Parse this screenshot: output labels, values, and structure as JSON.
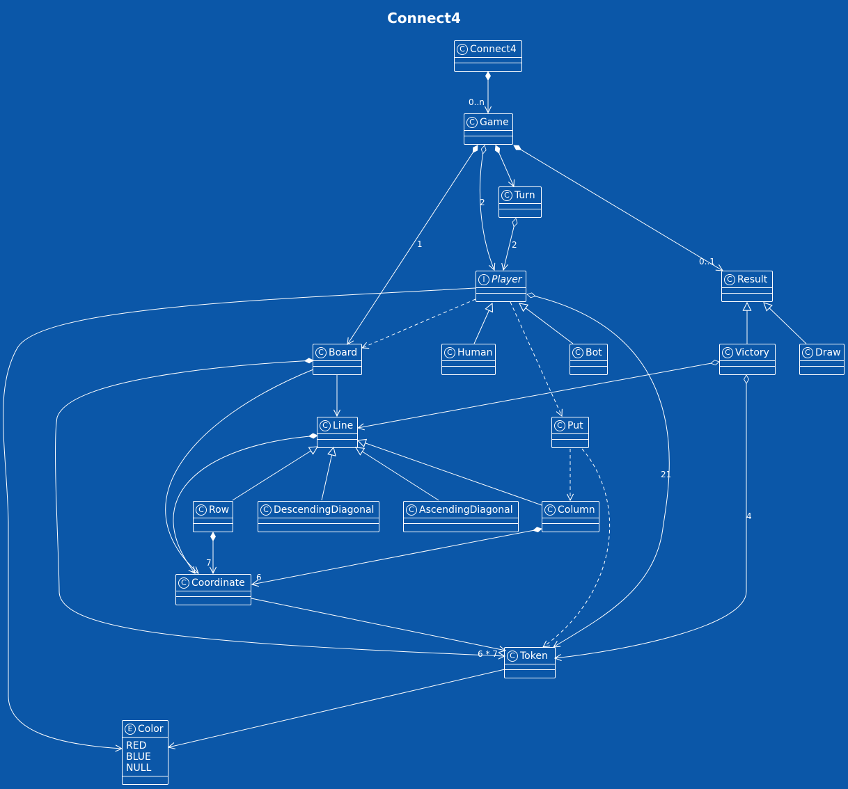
{
  "diagram": {
    "title": "Connect4",
    "classes": {
      "connect4": "Connect4",
      "game": "Game",
      "turn": "Turn",
      "player": "Player",
      "result": "Result",
      "board": "Board",
      "human": "Human",
      "bot": "Bot",
      "victory": "Victory",
      "draw": "Draw",
      "line": "Line",
      "put": "Put",
      "row": "Row",
      "descending_diagonal": "DescendingDiagonal",
      "ascending_diagonal": "AscendingDiagonal",
      "column": "Column",
      "coordinate": "Coordinate",
      "token": "Token",
      "color": "Color"
    },
    "badges": {
      "class": "C",
      "interface": "I",
      "enum": "E"
    },
    "color_values": [
      "RED",
      "BLUE",
      "NULL"
    ],
    "multiplicities": {
      "connect4_game": "0..n",
      "game_player": "2",
      "game_board": "1",
      "turn_player": "2",
      "game_result": "0..1",
      "player_token": "21",
      "victory_token": "4",
      "row_coordinate": "7",
      "column_coordinate": "6",
      "board_token": "6 * 7"
    },
    "colors": {
      "background": "#0b57a8",
      "foreground": "#ffffff"
    }
  }
}
